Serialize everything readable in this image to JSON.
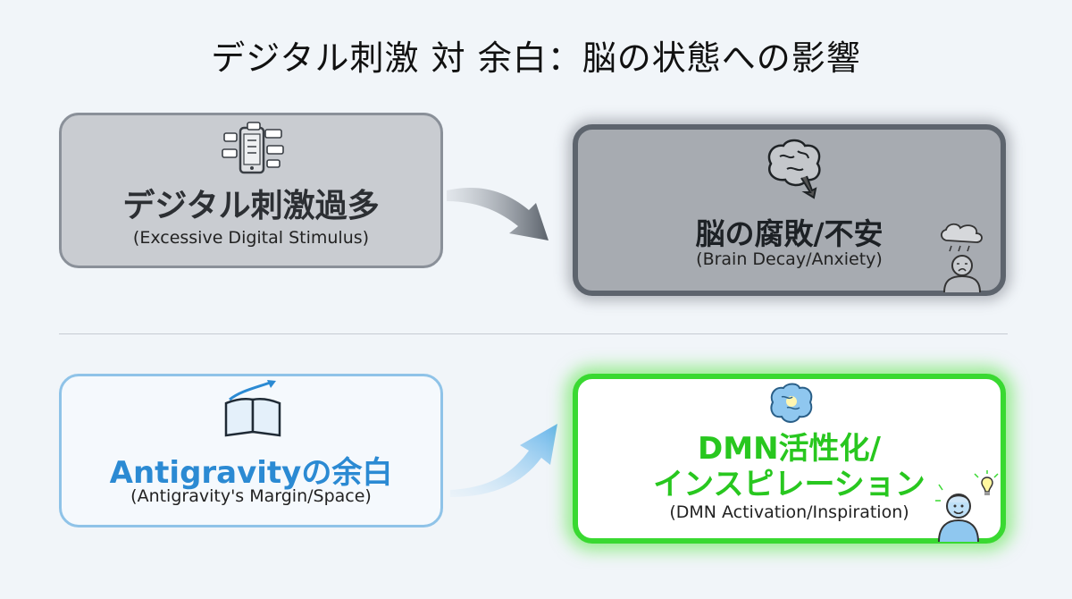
{
  "title": "デジタル刺激 対 余白：脳の状態への影響",
  "boxes": {
    "digital": {
      "label": "デジタル刺激過多",
      "sublabel": "(Excessive Digital Stimulus)"
    },
    "decay": {
      "label": "脳の腐敗/不安",
      "sublabel": "(Brain Decay/Anxiety)"
    },
    "margin": {
      "label": "Antigravityの余白",
      "sublabel": "(Antigravity's Margin/Space)"
    },
    "dmn": {
      "label_line1": "DMN活性化/",
      "label_line2": "インスピレーション",
      "sublabel": "(DMN Activation/Inspiration)"
    }
  },
  "colors": {
    "digital_fill": "#c9ccd1",
    "decay_fill": "#a7abb1",
    "margin_text": "#2b8ad3",
    "dmn_accent": "#39d931"
  },
  "icons": {
    "digital": "smartphone-notifications-icon",
    "decay": "brain-decay-icon",
    "decay_person": "worried-person-icon",
    "margin": "open-book-icon",
    "dmn": "glowing-brain-icon",
    "dmn_person": "inspired-person-icon"
  }
}
